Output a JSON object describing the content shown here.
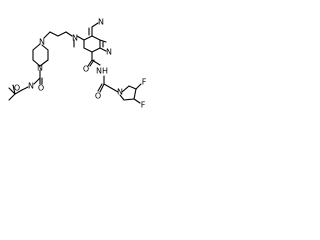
{
  "molecule": {
    "atom_labels": {
      "n_boc": "N",
      "n_pip_bottom": "N",
      "n_pip_top": "N",
      "o_carbonyl": "O",
      "o_ester": "O",
      "n_amine": "N",
      "n_quinazoline_top": "N",
      "n_quinazoline_ring": "N",
      "nh_amide": "NH",
      "o_amide": "O",
      "o_amide2": "O",
      "n_pyrrolidine": "N",
      "f_1": "F",
      "f_2": "F"
    }
  }
}
